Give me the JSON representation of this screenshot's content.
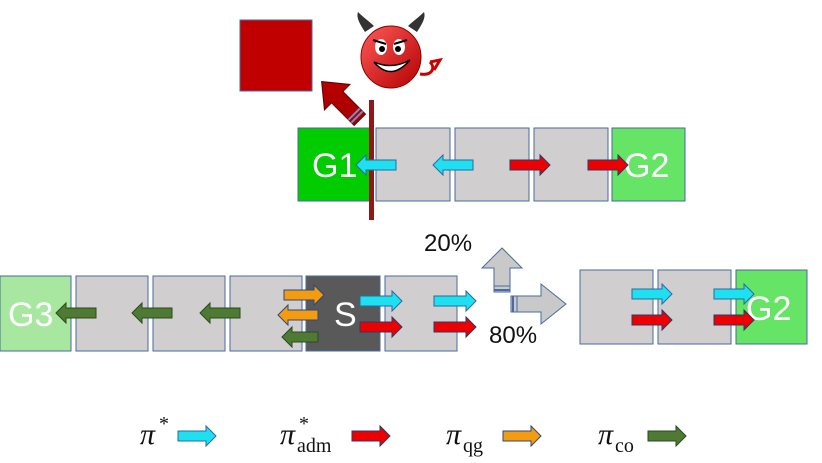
{
  "colors": {
    "cell_grey": "#d0cece",
    "cell_border": "#4a6aa0",
    "start_dark": "#595959",
    "goal_green": "#00cc00",
    "goal_light_green": "#66e466",
    "goal_pale_green": "#a8e7a0",
    "cyan": "#1fe0f0",
    "red": "#ee0000",
    "orange": "#f59b10",
    "dark_green": "#4f7a33",
    "block_red": "#c00000",
    "barrier": "#8b1a1a",
    "big_arrow": "#c9c9c9"
  },
  "cells": {
    "g1": "G1",
    "g2_top": "G2",
    "g2_right": "G2",
    "g3": "G3",
    "start": "S"
  },
  "branch": {
    "up_pct": "20%",
    "right_pct": "80%"
  },
  "legend": [
    {
      "symbol": "π",
      "sup": "*",
      "sub": "",
      "color_key": "cyan"
    },
    {
      "symbol": "π",
      "sup": "*",
      "sub": "adm",
      "color_key": "red"
    },
    {
      "symbol": "π",
      "sup": "",
      "sub": "qg",
      "color_key": "orange"
    },
    {
      "symbol": "π",
      "sup": "",
      "sub": "co",
      "color_key": "dark_green"
    }
  ],
  "icons": [
    "devil-icon",
    "adversary-push-arrow-icon",
    "branch-up-arrow-icon",
    "branch-right-arrow-icon"
  ]
}
